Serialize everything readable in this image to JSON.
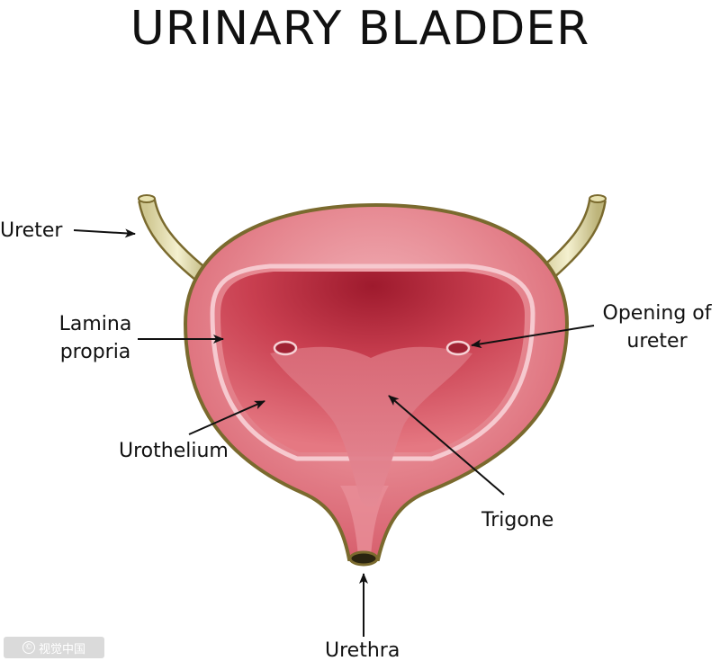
{
  "title": "URINARY BLADDER",
  "labels": {
    "ureter": "Ureter",
    "lamina_line1": "Lamina",
    "lamina_line2": "propria",
    "opening_line1": "Opening of",
    "opening_line2": "ureter",
    "urothelium": "Urothelium",
    "trigone": "Trigone",
    "urethra": "Urethra"
  },
  "watermark": {
    "symbol": "©",
    "text": "视觉中国"
  },
  "colors": {
    "wall_outline": "#7a6a2e",
    "outer_wall": "#e27d86",
    "inner_cavity": "#b8283a",
    "lining_highlight": "#f6c9cf",
    "ureter_tube": "#e6e1b4",
    "arrow": "#111111"
  }
}
